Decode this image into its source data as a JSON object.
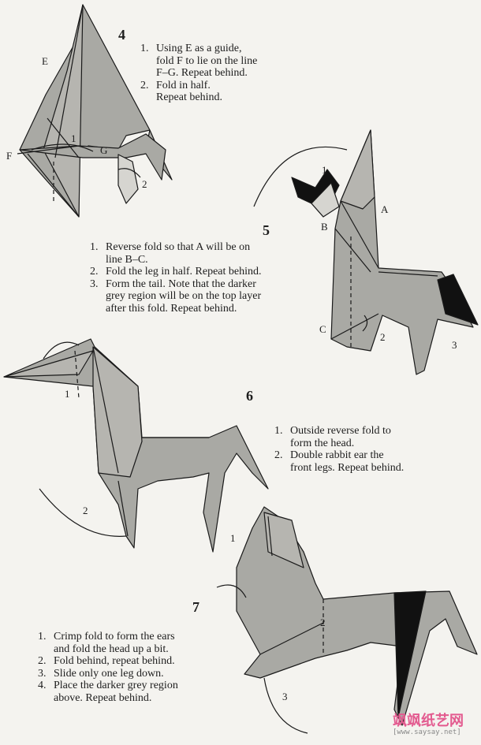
{
  "steps": [
    {
      "number": "4",
      "instructions": [
        {
          "n": "1.",
          "lines": [
            "Using E as a guide,",
            "fold F to lie on the line",
            "F–G. Repeat behind."
          ]
        },
        {
          "n": "2.",
          "lines": [
            "Fold in half.",
            "Repeat behind."
          ]
        }
      ],
      "labels": {
        "e": "E",
        "f": "F",
        "g": "G",
        "a1": "1",
        "a2": "2"
      }
    },
    {
      "number": "5",
      "instructions": [
        {
          "n": "1.",
          "lines": [
            "Reverse fold so that A will be on",
            "line B–C."
          ]
        },
        {
          "n": "2.",
          "lines": [
            "Fold the leg in half. Repeat behind."
          ]
        },
        {
          "n": "3.",
          "lines": [
            "Form the tail. Note that the darker",
            "grey region will be on the top layer",
            "after this fold. Repeat behind."
          ]
        }
      ],
      "labels": {
        "a": "A",
        "b": "B",
        "c": "C",
        "a1": "1",
        "a2": "2",
        "a3": "3"
      }
    },
    {
      "number": "6",
      "instructions": [
        {
          "n": "1.",
          "lines": [
            "Outside reverse fold to",
            "form the head."
          ]
        },
        {
          "n": "2.",
          "lines": [
            "Double rabbit ear the",
            "front legs. Repeat behind."
          ]
        }
      ],
      "labels": {
        "a1": "1",
        "a2": "2"
      }
    },
    {
      "number": "7",
      "instructions": [
        {
          "n": "1.",
          "lines": [
            "Crimp fold to form the ears",
            "and fold the head up a bit."
          ]
        },
        {
          "n": "2.",
          "lines": [
            "Fold behind, repeat behind."
          ]
        },
        {
          "n": "3.",
          "lines": [
            "Slide only one leg down."
          ]
        },
        {
          "n": "4.",
          "lines": [
            "Place the darker grey region",
            "above. Repeat behind."
          ]
        }
      ],
      "labels": {
        "a1": "1",
        "a2": "2",
        "a3": "3"
      }
    }
  ],
  "watermark": {
    "chinese": "飒飒纸艺网",
    "url": "[www.saysay.net]"
  },
  "colors": {
    "paper": "#a9a9a4",
    "dark_region": "#111111",
    "line": "#1a1a1a",
    "background": "#f4f3ef",
    "watermark": "#e35a8f"
  }
}
